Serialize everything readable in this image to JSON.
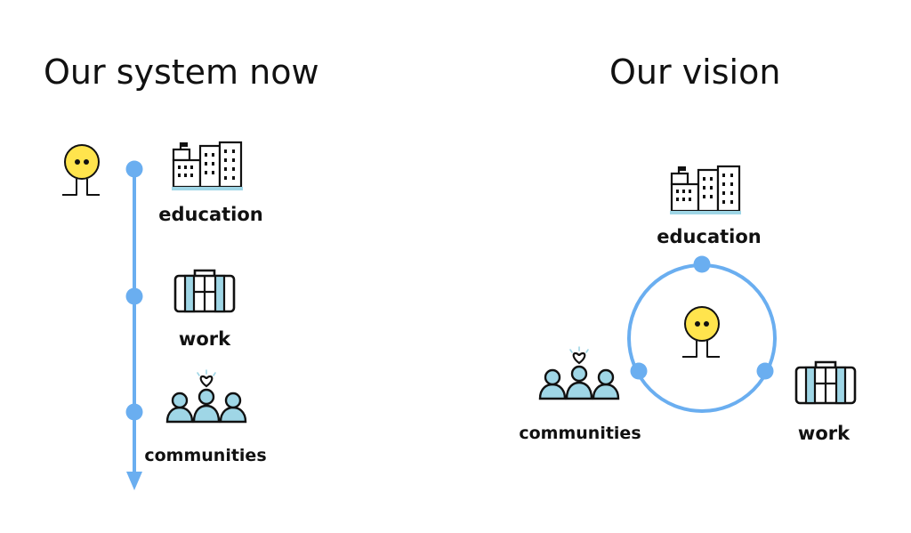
{
  "left_panel": {
    "title": "Our system now",
    "labels": {
      "education": "education",
      "work": "work",
      "communities": "communities"
    }
  },
  "right_panel": {
    "title": "Our vision",
    "labels": {
      "education": "education",
      "work": "work",
      "communities": "communities"
    }
  },
  "colors": {
    "line_blue": "#6aaef0",
    "node_blue": "#6aaef0",
    "face_yellow": "#ffe44d",
    "icon_fill": "#9fd6e6",
    "ink": "#111111"
  },
  "icons": [
    "person-face-icon",
    "school-building-icon",
    "briefcase-icon",
    "community-people-icon",
    "heart-icon"
  ]
}
